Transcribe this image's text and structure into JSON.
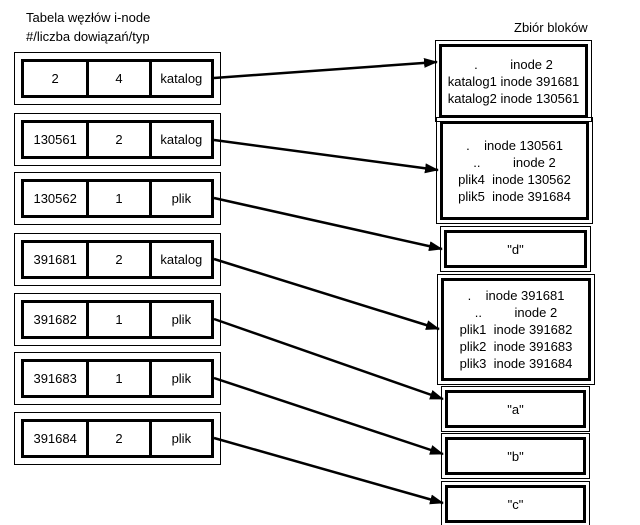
{
  "header": {
    "left_title_line1": "Tabela węzłów i-node",
    "left_title_line2": "#/liczba dowiązań/typ",
    "right_title": "Zbiór bloków"
  },
  "inode_table": {
    "columns": [
      "inode number",
      "link count",
      "type"
    ],
    "rows": [
      {
        "inode": "2",
        "link_count": "4",
        "type": "katalog"
      },
      {
        "inode": "130561",
        "link_count": "2",
        "type": "katalog"
      },
      {
        "inode": "130562",
        "link_count": "1",
        "type": "plik"
      },
      {
        "inode": "391681",
        "link_count": "2",
        "type": "katalog"
      },
      {
        "inode": "391682",
        "link_count": "1",
        "type": "plik"
      },
      {
        "inode": "391683",
        "link_count": "1",
        "type": "plik"
      },
      {
        "inode": "391684",
        "link_count": "2",
        "type": "plik"
      }
    ]
  },
  "blocks": [
    {
      "id": "root-directory",
      "content": ".         inode 2\nkatalog1 inode 391681\nkatalog2 inode 130561"
    },
    {
      "id": "directory-130561",
      "content": ".    inode 130561\n..         inode 2\nplik4  inode 130562\nplik5  inode 391684"
    },
    {
      "id": "file-d",
      "content": "\"d\""
    },
    {
      "id": "directory-391681",
      "content": ".    inode 391681\n..         inode 2\nplik1  inode 391682\nplik2  inode 391683\nplik3  inode 391684"
    },
    {
      "id": "file-a",
      "content": "\"a\""
    },
    {
      "id": "file-b",
      "content": "\"b\""
    },
    {
      "id": "file-c",
      "content": "\"c\""
    }
  ],
  "connections": [
    {
      "from_inode": "2",
      "to_block": "root-directory"
    },
    {
      "from_inode": "130561",
      "to_block": "directory-130561"
    },
    {
      "from_inode": "130562",
      "to_block": "file-d"
    },
    {
      "from_inode": "391681",
      "to_block": "directory-391681"
    },
    {
      "from_inode": "391682",
      "to_block": "file-a"
    },
    {
      "from_inode": "391683",
      "to_block": "file-b"
    },
    {
      "from_inode": "391684",
      "to_block": "file-c"
    }
  ],
  "colors": {
    "background": "#ffffff",
    "line": "#000000",
    "text": "#000000"
  }
}
